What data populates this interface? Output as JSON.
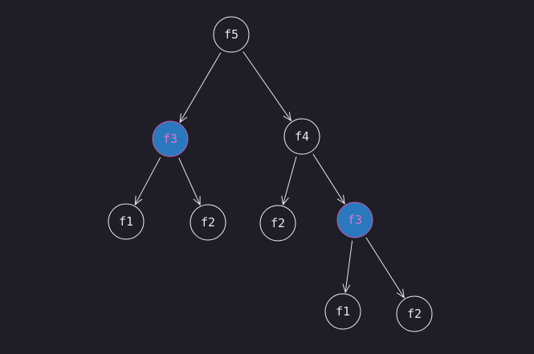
{
  "colors": {
    "background": "#1f1d26",
    "stroke": "#e8e6ec",
    "text": "#e8e6ec",
    "highlight_fill": "#2a79bf",
    "highlight_stroke": "#c15aa0",
    "highlight_text": "#e66fc9"
  },
  "tree": {
    "nodes": [
      {
        "id": "root",
        "label": "f5",
        "highlighted": false
      },
      {
        "id": "l",
        "label": "f3",
        "highlighted": true
      },
      {
        "id": "r",
        "label": "f4",
        "highlighted": false
      },
      {
        "id": "ll",
        "label": "f1",
        "highlighted": false
      },
      {
        "id": "lr",
        "label": "f2",
        "highlighted": false
      },
      {
        "id": "rl",
        "label": "f2",
        "highlighted": false
      },
      {
        "id": "rr",
        "label": "f3",
        "highlighted": true
      },
      {
        "id": "rrl",
        "label": "f1",
        "highlighted": false
      },
      {
        "id": "rrr",
        "label": "f2",
        "highlighted": false
      }
    ],
    "edges": [
      {
        "from": "root",
        "to": "l"
      },
      {
        "from": "root",
        "to": "r"
      },
      {
        "from": "l",
        "to": "ll"
      },
      {
        "from": "l",
        "to": "lr"
      },
      {
        "from": "r",
        "to": "rl"
      },
      {
        "from": "r",
        "to": "rr"
      },
      {
        "from": "rr",
        "to": "rrl"
      },
      {
        "from": "rr",
        "to": "rrr"
      }
    ]
  }
}
